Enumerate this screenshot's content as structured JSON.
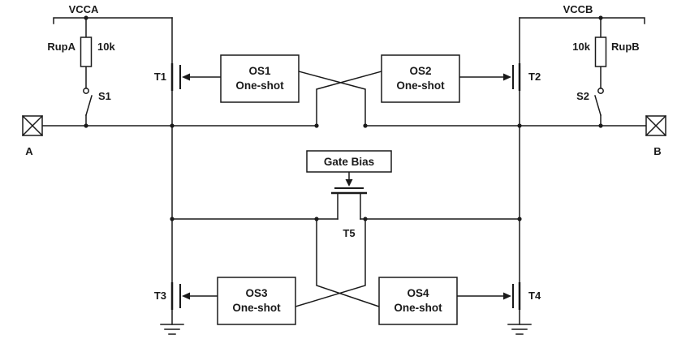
{
  "diagram": {
    "power": {
      "vcca": "VCCA",
      "vccb": "VCCB"
    },
    "resistors": {
      "rupa_name": "RupA",
      "rupa_value": "10k",
      "rupb_name": "RupB",
      "rupb_value": "10k"
    },
    "switches": {
      "s1": "S1",
      "s2": "S2"
    },
    "terminals": {
      "a": "A",
      "b": "B"
    },
    "transistors": {
      "t1": "T1",
      "t2": "T2",
      "t3": "T3",
      "t4": "T4",
      "t5": "T5"
    },
    "blocks": {
      "os1": {
        "name": "OS1",
        "type": "One-shot"
      },
      "os2": {
        "name": "OS2",
        "type": "One-shot"
      },
      "os3": {
        "name": "OS3",
        "type": "One-shot"
      },
      "os4": {
        "name": "OS4",
        "type": "One-shot"
      },
      "gate_bias": {
        "label": "Gate Bias"
      }
    },
    "colors": {
      "line": "#1a1a1a",
      "background": "#ffffff",
      "box_fill": "#ffffff"
    }
  }
}
